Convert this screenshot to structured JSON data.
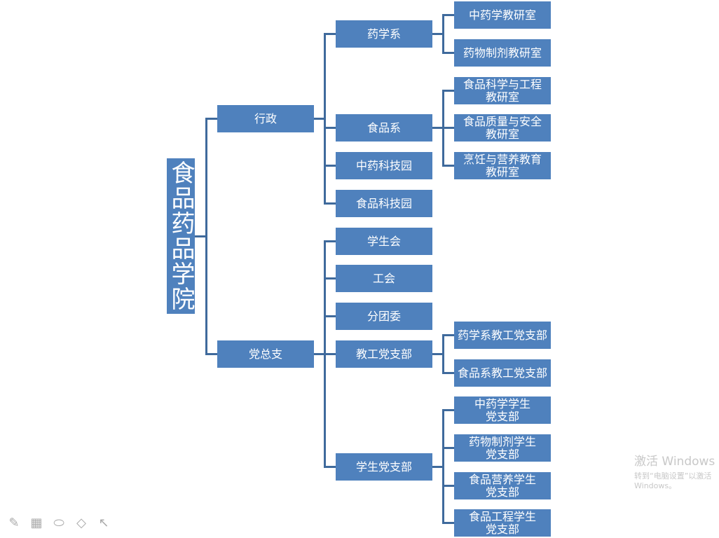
{
  "root": "食品药品学院",
  "level1": [
    "行政",
    "党总支"
  ],
  "level2": [
    "药学系",
    "食品系",
    "中药科技园",
    "食品科技园",
    "学生会",
    "工会",
    "分团委",
    "教工党支部",
    "学生党支部"
  ],
  "level3": [
    "中药学教研室",
    "药物制剂教研室",
    "食品科学与工程\n教研室",
    "食品质量与安全\n教研室",
    "烹饪与营养教育\n教研室",
    "药学系教工党支部",
    "食品系教工党支部",
    "中药学学生\n党支部",
    "药物制剂学生\n党支部",
    "食品营养学生\n党支部",
    "食品工程学生\n党支部"
  ],
  "watermark": {
    "title": "激活 Windows",
    "subtitle": "转到“电脑设置”以激活 Windows。"
  },
  "toolbar": [
    "pen-icon",
    "keyboard-icon",
    "highlighter-icon",
    "eraser-icon",
    "pointer-icon"
  ],
  "colors": {
    "box": "#4f81bd",
    "line": "#3f6a9c"
  }
}
